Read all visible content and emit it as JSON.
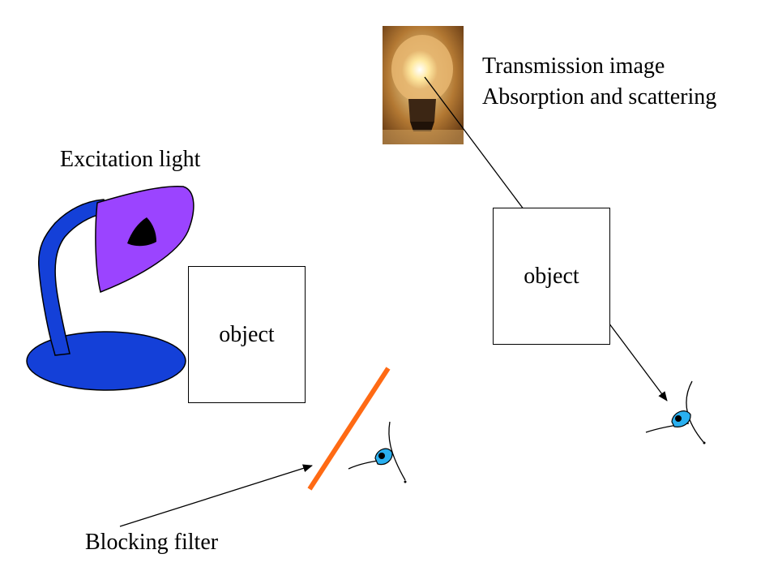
{
  "labels": {
    "excitation": "Excitation light",
    "transmission_line1": "Transmission image",
    "transmission_line2": "Absorption and scattering",
    "blocking_filter": "Blocking filter"
  },
  "objects": {
    "left": "object",
    "right": "object"
  },
  "icons": {
    "lamp": "desk-lamp-icon",
    "bulb": "light-bulb-photo",
    "eye": "eye-icon",
    "filter": "orange-filter-line"
  },
  "colors": {
    "lamp_body": "#1440d8",
    "lamp_shade": "#9b44ff",
    "filter": "#ff6a14",
    "iris": "#2ab0f0",
    "line": "#000000"
  }
}
